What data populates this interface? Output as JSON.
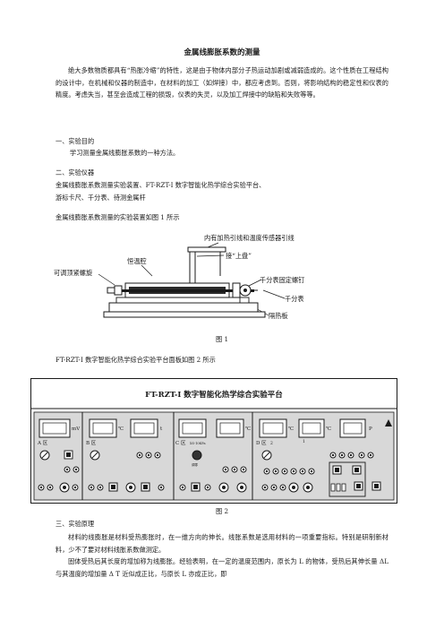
{
  "doc": {
    "title": "金属线膨胀系数的测量",
    "intro": "绝大多数物质都具有“热胀冷缩”的特性，这是由于物体内部分子热运动加剧或减弱造成的。这个性质在工程结构的设计中，在机械和仪器的制造中，在材料的加工（如焊接）中，都应考虑到。否则，将影响结构的稳定性和仪表的精度。考虑失当，甚至会造成工程的损毁，仪表的失灵，以及加工焊接中的缺陷和失败等等。",
    "s1_heading": "一、实验目的",
    "s1_body": "学习测量金属线膨胀系数的一种方法。",
    "s2_heading": "二、实验仪器",
    "s2_line1": "金属线膨胀系数测量实验装置、FT-RZT-I 数字智能化热学综合实验平台、",
    "s2_line2": "游标卡尺、千分表、待测金属杆",
    "s2_line3": "金属线膨胀系数测量的实验装置如图 1 所示",
    "fig1": {
      "label_wire": "内有加热引线和温度传感器引线",
      "label_chamber": "恒温腔",
      "label_plate": "接“上盘”",
      "label_screw": "可调顶紧螺旋",
      "label_fix": "千分表固定螺钉",
      "label_gauge": "千分表",
      "label_insul": "隔热板",
      "caption": "图 1"
    },
    "fig2_intro": "FT-RZT-I 数字智能化热学综合实验平台面板如图 2 所示",
    "fig2": {
      "panel_title": "FT-RZT-I 数字智能化热学综合实验平台",
      "unit_mv": "mV",
      "unit_c": "℃",
      "unit_t": "t",
      "unit_p": "P",
      "sec_a": "A 区",
      "sec_b": "B 区",
      "sec_c": "C 区",
      "sec_d": "D 区",
      "small_c": "XS-10KPa",
      "small_c2": "调零",
      "mark_1": "1",
      "mark_2": "2",
      "caption": "图 2"
    },
    "s3_heading": "三、实验原理",
    "s3_p1": "材料的线膨胀是材料受热膨胀时，在一维方向的伸长。线胀系数是选用材料的一项重要指标。特别是研制新材料，少不了要对材料线胀系数做测定。",
    "s3_p2": "固体受热后其长度的增加称为线膨胀。经验表明，在一定的温度范围内，原长为 L 的物体，受热后其伸长量 ΔL 与其温度的增加量 Δ T 近似成正比，与原长 L 亦成正比，即"
  }
}
